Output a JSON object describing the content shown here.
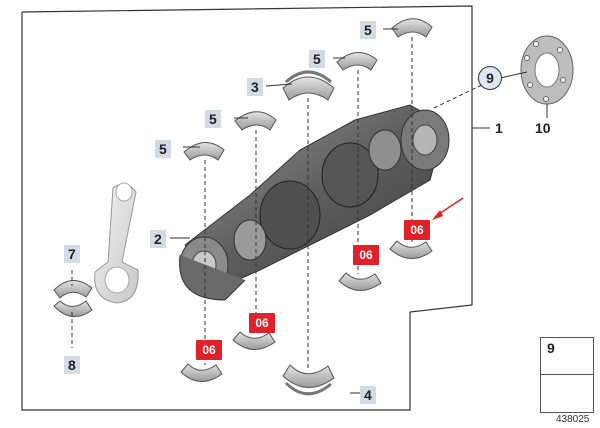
{
  "callouts": {
    "main_assembly": "1",
    "crank_journal": "2",
    "thrust_bearing": "3",
    "bearing_shell_lower": "4",
    "bearing_shell_a": "5",
    "bearing_shell_b": "5",
    "bearing_shell_c": "5",
    "bearing_shell_d": "5",
    "conrod_bearing_upper": "7",
    "conrod_bearing_lower": "8",
    "dowel_pin": "9",
    "flywheel_plate": "10"
  },
  "badges": {
    "badge_a": "06",
    "badge_b": "06",
    "badge_c": "06",
    "badge_d": "06"
  },
  "legend": {
    "item_number": "9"
  },
  "diagram_id": "438025",
  "colors": {
    "badge_red": "#e1202a",
    "callout_bg": "#d3dbe6",
    "arrow_red": "#e1202a"
  }
}
